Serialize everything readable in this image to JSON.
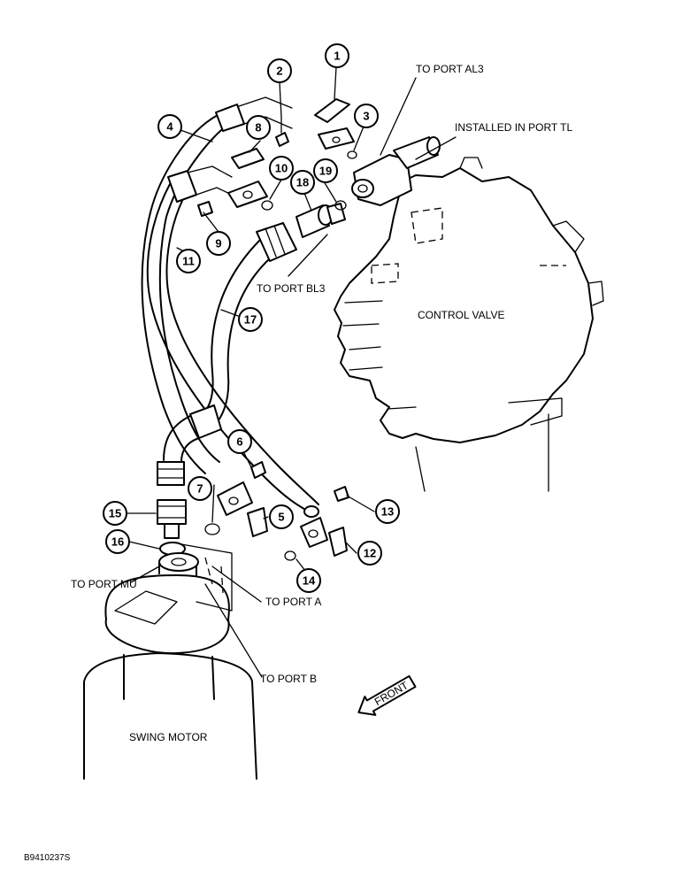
{
  "labels": {
    "to_port_al3": "TO PORT AL3",
    "installed_in_port_tl": "INSTALLED IN PORT TL",
    "to_port_bl3": "TO PORT BL3",
    "control_valve": "CONTROL VALVE",
    "to_port_mu": "TO PORT MU",
    "to_port_a": "TO PORT A",
    "to_port_b": "TO PORT B",
    "front": "FRONT",
    "swing_motor": "SWING MOTOR",
    "figure_code": "B9410237S"
  },
  "callouts": [
    "1",
    "2",
    "3",
    "4",
    "5",
    "6",
    "7",
    "8",
    "9",
    "10",
    "11",
    "12",
    "13",
    "14",
    "15",
    "16",
    "17",
    "18",
    "19"
  ]
}
